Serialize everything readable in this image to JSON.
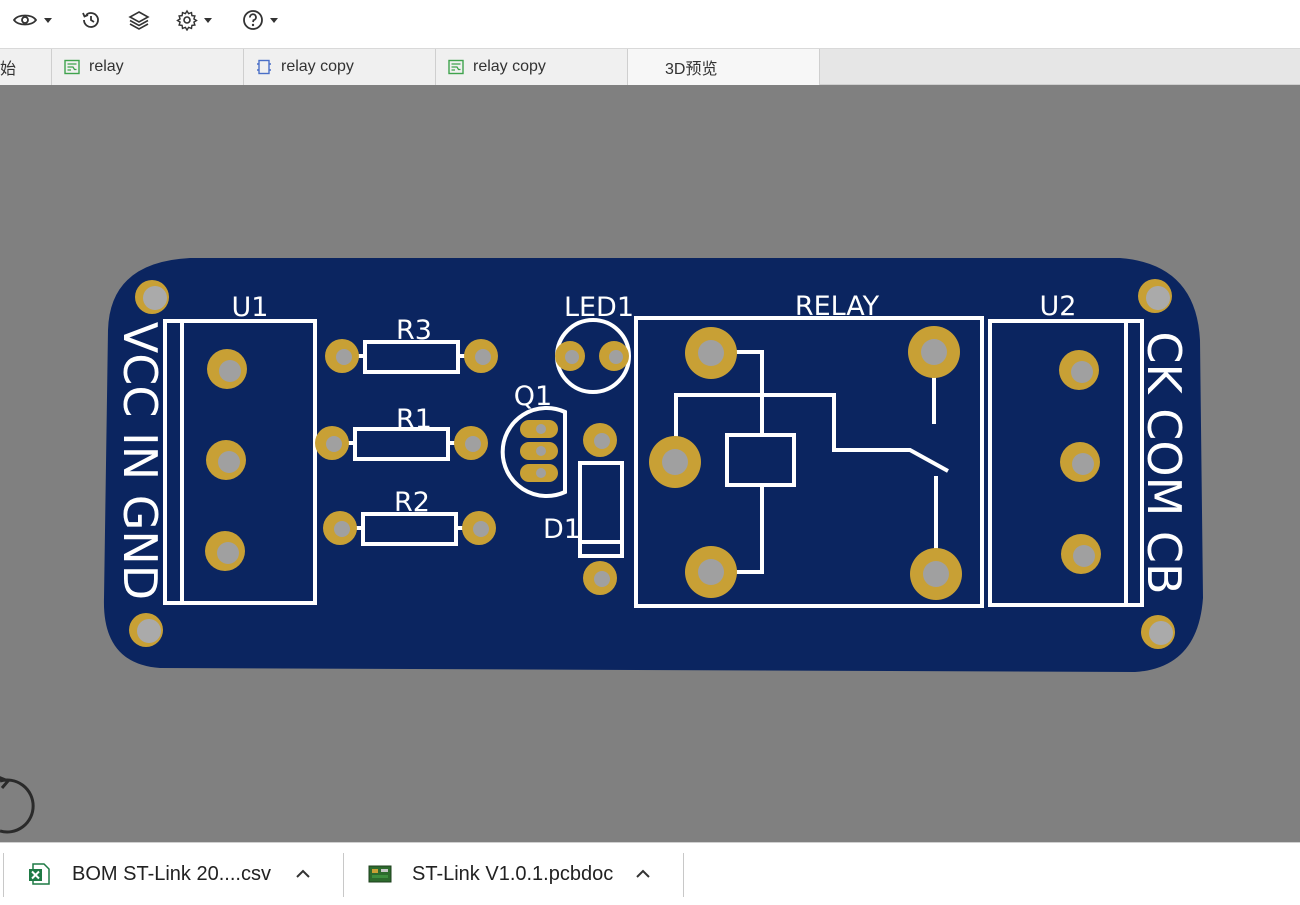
{
  "toolbar": {
    "items": [
      {
        "name": "eye-icon",
        "has_dropdown": true
      },
      {
        "name": "history-icon",
        "has_dropdown": false
      },
      {
        "name": "layers-icon",
        "has_dropdown": false
      },
      {
        "name": "gear-icon",
        "has_dropdown": true
      },
      {
        "name": "help-icon",
        "has_dropdown": true
      }
    ]
  },
  "tabs": [
    {
      "label": "始",
      "icon": "none"
    },
    {
      "label": "relay",
      "icon": "pcb-doc-icon"
    },
    {
      "label": "relay copy",
      "icon": "schematic-doc-icon"
    },
    {
      "label": "relay copy",
      "icon": "pcb-doc-icon"
    },
    {
      "label": "3D预览",
      "icon": "none"
    }
  ],
  "pcb": {
    "board_color": "#0b2560",
    "pad_color": "#c8a035",
    "silk_color": "#ffffff",
    "labels": {
      "u1": "U1",
      "u2": "U2",
      "r1": "R1",
      "r2": "R2",
      "r3": "R3",
      "q1": "Q1",
      "d1": "D1",
      "led1": "LED1",
      "relay": "RELAY",
      "left_text": "VCC IN GND",
      "right_text": "CK COM CB"
    }
  },
  "downloads": [
    {
      "filename": "BOM ST-Link 20....csv",
      "icon": "excel-file-icon"
    },
    {
      "filename": "ST-Link V1.0.1.pcbdoc",
      "icon": "pcb-file-icon"
    }
  ]
}
